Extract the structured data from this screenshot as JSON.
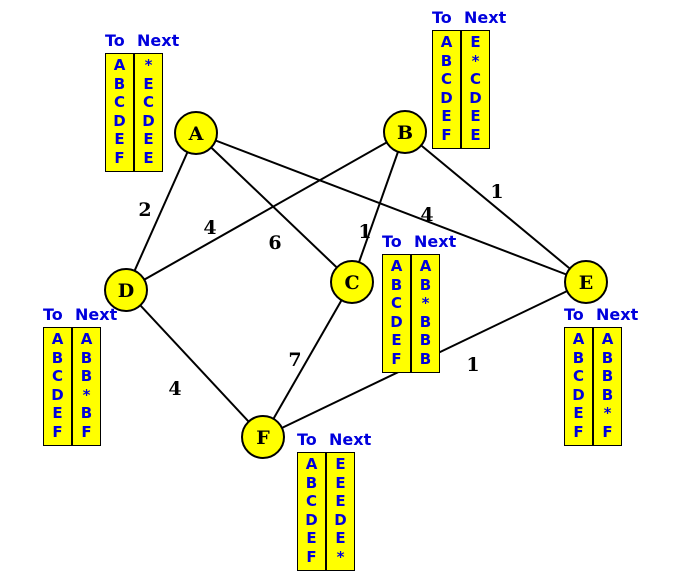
{
  "nodes": [
    {
      "id": "A",
      "label": "A"
    },
    {
      "id": "B",
      "label": "B"
    },
    {
      "id": "C",
      "label": "C"
    },
    {
      "id": "D",
      "label": "D"
    },
    {
      "id": "E",
      "label": "E"
    },
    {
      "id": "F",
      "label": "F"
    }
  ],
  "edges": [
    {
      "from": "A",
      "to": "D",
      "weight": "2"
    },
    {
      "from": "A",
      "to": "C",
      "weight": "6"
    },
    {
      "from": "A",
      "to": "E",
      "weight": "4"
    },
    {
      "from": "B",
      "to": "D",
      "weight": "4"
    },
    {
      "from": "B",
      "to": "C",
      "weight": "1"
    },
    {
      "from": "B",
      "to": "E",
      "weight": "1"
    },
    {
      "from": "C",
      "to": "F",
      "weight": "7"
    },
    {
      "from": "D",
      "to": "F",
      "weight": "4"
    },
    {
      "from": "E",
      "to": "F",
      "weight": "1"
    }
  ],
  "table_headers": {
    "to": "To",
    "next": "Next"
  },
  "routing_tables": {
    "A": {
      "to": [
        "A",
        "B",
        "C",
        "D",
        "E",
        "F"
      ],
      "next": [
        "*",
        "E",
        "C",
        "D",
        "E",
        "E"
      ]
    },
    "B": {
      "to": [
        "A",
        "B",
        "C",
        "D",
        "E",
        "F"
      ],
      "next": [
        "E",
        "*",
        "C",
        "D",
        "E",
        "E"
      ]
    },
    "C": {
      "to": [
        "A",
        "B",
        "C",
        "D",
        "E",
        "F"
      ],
      "next": [
        "A",
        "B",
        "*",
        "B",
        "B",
        "B"
      ]
    },
    "D": {
      "to": [
        "A",
        "B",
        "C",
        "D",
        "E",
        "F"
      ],
      "next": [
        "A",
        "B",
        "B",
        "*",
        "B",
        "F"
      ]
    },
    "E": {
      "to": [
        "A",
        "B",
        "C",
        "D",
        "E",
        "F"
      ],
      "next": [
        "A",
        "B",
        "B",
        "B",
        "*",
        "F"
      ]
    },
    "F": {
      "to": [
        "A",
        "B",
        "C",
        "D",
        "E",
        "F"
      ],
      "next": [
        "E",
        "E",
        "E",
        "D",
        "E",
        "*"
      ]
    }
  }
}
